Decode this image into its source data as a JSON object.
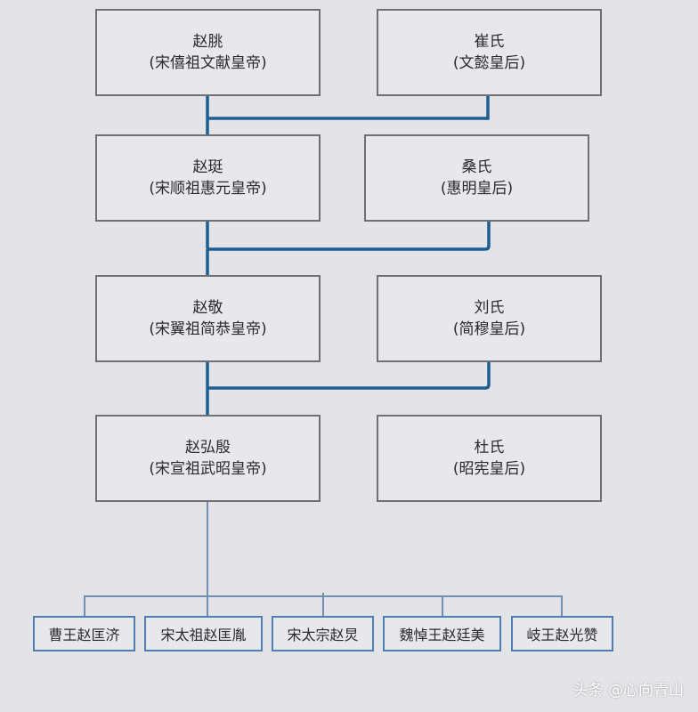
{
  "generations": [
    {
      "father": {
        "name": "赵朓",
        "title": "(宋僖祖文献皇帝)"
      },
      "mother": {
        "name": "崔氏",
        "title": "(文懿皇后)"
      }
    },
    {
      "father": {
        "name": "赵珽",
        "title": "(宋顺祖惠元皇帝)"
      },
      "mother": {
        "name": "桑氏",
        "title": "(惠明皇后)"
      }
    },
    {
      "father": {
        "name": "赵敬",
        "title": "(宋翼祖简恭皇帝)"
      },
      "mother": {
        "name": "刘氏",
        "title": "(简穆皇后)"
      }
    },
    {
      "father": {
        "name": "赵弘殷",
        "title": "(宋宣祖武昭皇帝)"
      },
      "mother": {
        "name": "杜氏",
        "title": "(昭宪皇后)"
      }
    }
  ],
  "children": [
    "曹王赵匡济",
    "宋太祖赵匡胤",
    "宋太宗赵炅",
    "魏悼王赵廷美",
    "岐王赵光赞"
  ],
  "watermark": "头条 @心向青山",
  "colors": {
    "link_line": "#1a5f8f",
    "child_line": "#6f8fb4",
    "child_border": "#4f7fb0",
    "box_border": "#6f6f74"
  }
}
